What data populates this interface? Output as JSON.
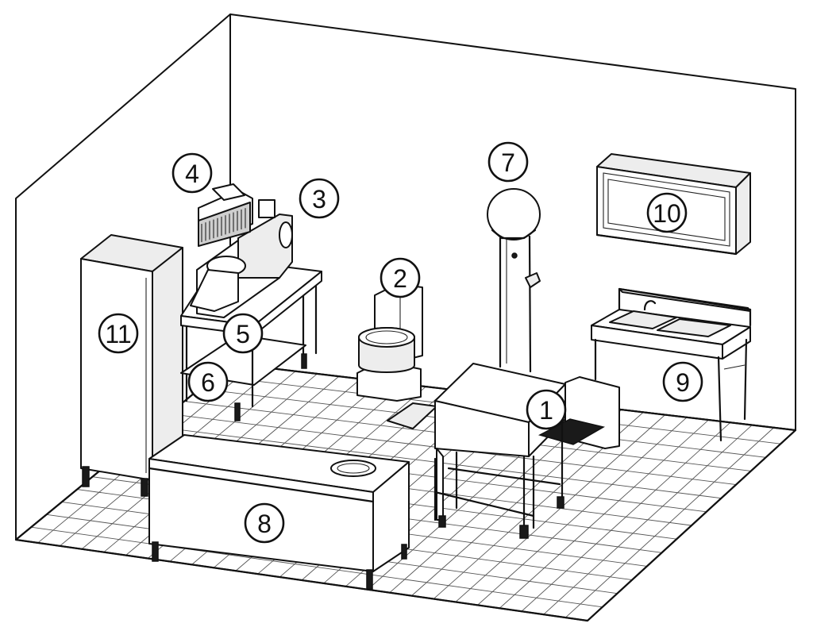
{
  "figure": {
    "kind": "kitchen-equipment-layout",
    "callouts": [
      {
        "id": "oven",
        "label": "1"
      },
      {
        "id": "mixer",
        "label": "2"
      },
      {
        "id": "dough-divider",
        "label": "3"
      },
      {
        "id": "dough-rounder",
        "label": "4"
      },
      {
        "id": "work-table-top",
        "label": "5"
      },
      {
        "id": "work-table-shelf",
        "label": "6"
      },
      {
        "id": "hood-lamp",
        "label": "7"
      },
      {
        "id": "prep-counter",
        "label": "8"
      },
      {
        "id": "sink-table",
        "label": "9"
      },
      {
        "id": "wall-cabinet",
        "label": "10"
      },
      {
        "id": "refrigerator",
        "label": "11"
      }
    ]
  }
}
